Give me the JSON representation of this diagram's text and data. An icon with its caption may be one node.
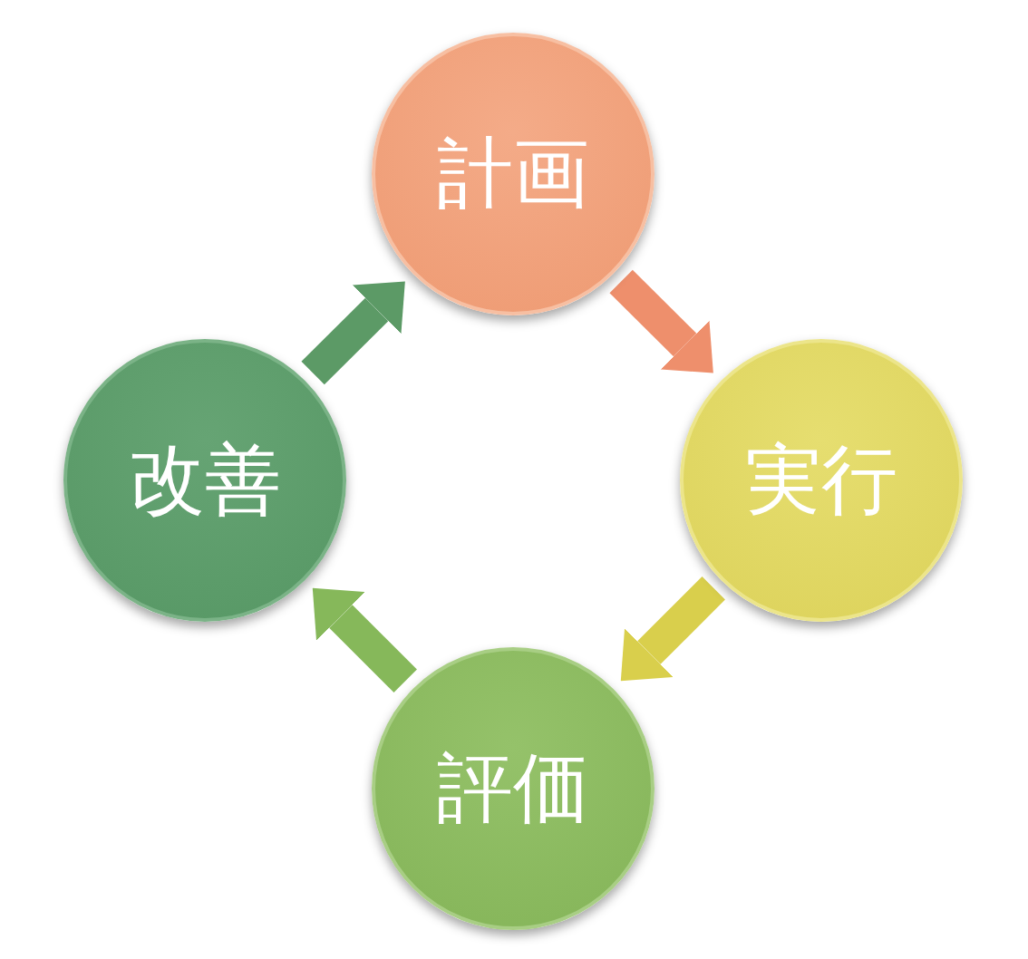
{
  "diagram": {
    "nodes": [
      {
        "text": [
          "計画"
        ]
      },
      {
        "text": [
          "実行"
        ]
      },
      {
        "text": [
          "評価"
        ]
      },
      {
        "text": [
          "改善"
        ]
      }
    ],
    "edges": [
      {
        "from": 0,
        "to": 1,
        "arrow": "to",
        "color": "#ee8f6c"
      },
      {
        "from": 1,
        "to": 2,
        "arrow": "to",
        "color": "#d9cf4c"
      },
      {
        "from": 2,
        "to": 3,
        "arrow": "to",
        "color": "#86b85a"
      },
      {
        "from": 3,
        "to": 0,
        "arrow": "to",
        "color": "#5c9a66"
      }
    ]
  }
}
